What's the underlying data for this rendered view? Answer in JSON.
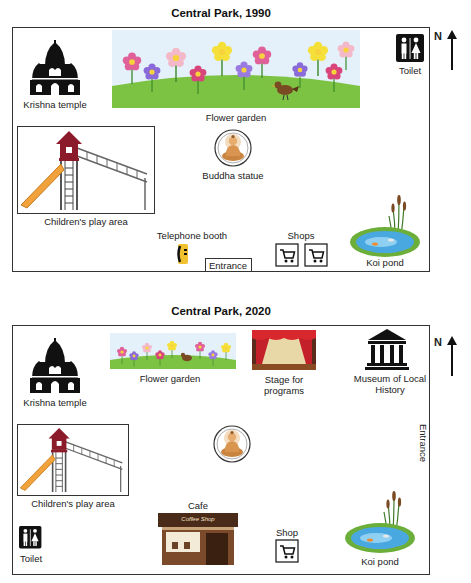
{
  "diagram": {
    "nodes": [
      {
        "text": [
          "Central Park, 1990"
        ]
      },
      {
        "text": [
          "Children's play area"
        ],
        "in": 0
      },
      {
        "text": [
          "Entrance"
        ],
        "in": 0
      },
      {
        "text": [
          "Central Park, 2020"
        ]
      },
      {
        "text": [
          "Children's play area"
        ],
        "in": 3
      },
      {
        "text": [
          "Entrance"
        ],
        "in": 3
      }
    ],
    "labels": [
      "Krishna temple",
      "Flower garden",
      "Toilet",
      "N",
      "Buddha statue",
      "Telephone booth",
      "Shops",
      "Koi pond",
      "Krishna temple",
      "Flower garden",
      "Stage for programs",
      "Museum of Local History",
      "N",
      "Coffee Shop",
      "Cafe",
      "Shop",
      "Toilet",
      "Koi pond"
    ]
  }
}
